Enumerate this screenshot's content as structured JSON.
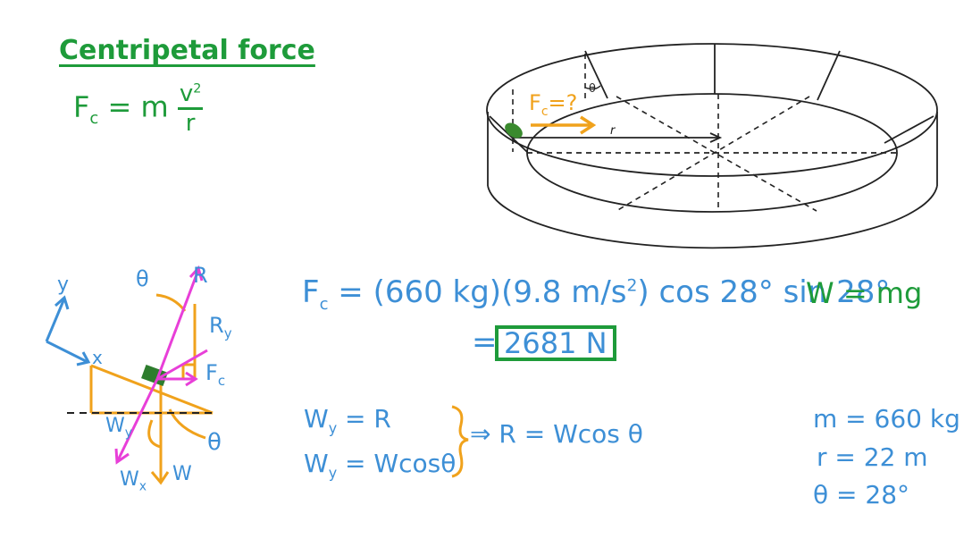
{
  "title": "Centripetal force",
  "formula": {
    "lhs": "F",
    "sub": "c",
    "eq": "= m",
    "num": "v",
    "num_sup": "2",
    "den": "r"
  },
  "bank": {
    "force_label": "F",
    "force_sub": "c",
    "force_q": "=?",
    "theta": "θ",
    "radius": "r"
  },
  "fbd": {
    "theta_top": "θ",
    "R": "R",
    "Ry": "R",
    "Ry_sub": "y",
    "Fc": "F",
    "Fc_sub": "c",
    "Wy": "W",
    "Wy_sub": "y",
    "theta_bot": "θ",
    "Wx": "W",
    "Wx_sub": "x",
    "W": "W",
    "axis_y": "y",
    "axis_x": "x"
  },
  "calc": {
    "line1": "F",
    "line1_sub": "c",
    "line1_rest": " = (660 kg)(9.8 m/s",
    "line1_sup": "2",
    "line1_end": ") cos 28° sin 28°",
    "line2_eq": "=",
    "result": "2681 N"
  },
  "weight": "W = mg",
  "eqs": {
    "l1a": "W",
    "l1a_sub": "y",
    "l1b": " = R",
    "l2a": "W",
    "l2a_sub": "y",
    "l2b": " = Wcosθ",
    "implies": "⇒ R = Wcos θ"
  },
  "givens": {
    "m": "m = 660 kg",
    "r": "r = 22 m",
    "theta": "θ = 28°"
  },
  "colors": {
    "green": "#1e9b3a",
    "blue": "#3d8fd6",
    "orange": "#f0a21c",
    "magenta": "#e83fd8",
    "black": "#222222"
  }
}
